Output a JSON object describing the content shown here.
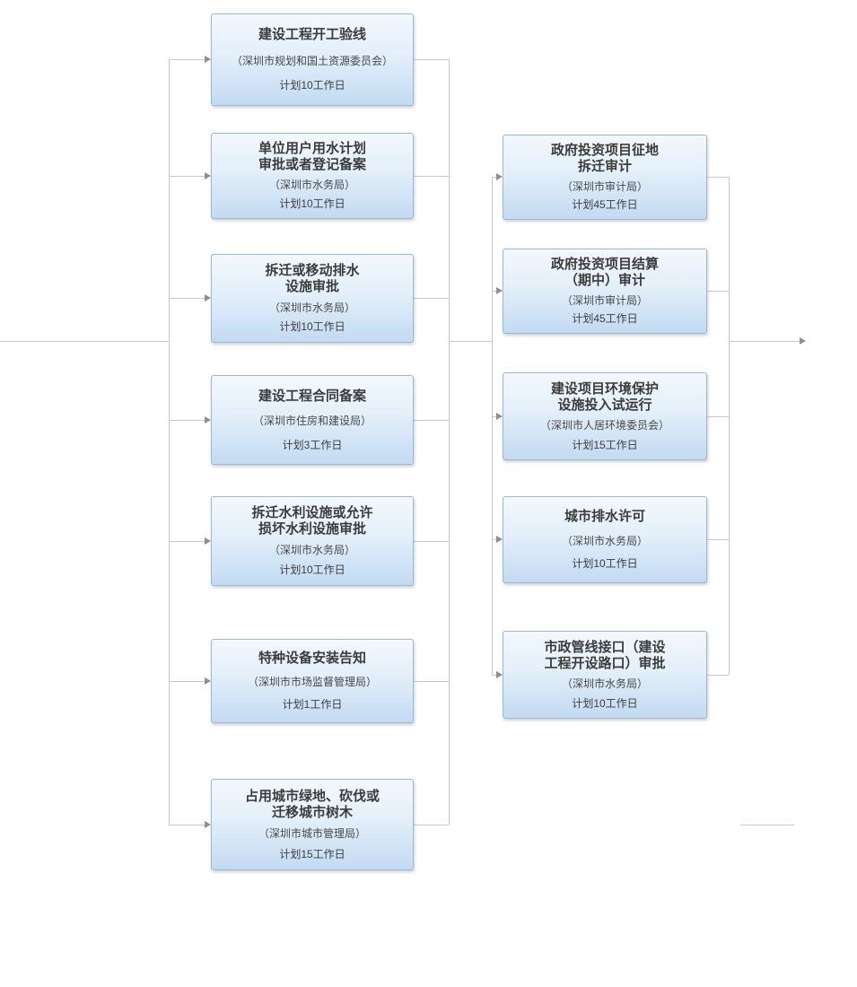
{
  "diagram": {
    "type": "flowchart",
    "colors": {
      "box_border": "#9db8d2",
      "box_gradient_top": "#f3f8fd",
      "box_gradient_bottom": "#c3daf2",
      "connector_line": "#c9c9c9",
      "arrowhead": "#8f8f8f",
      "title_text": "#3c3c3c",
      "meta_text": "#474747"
    }
  },
  "nodes": {
    "left": [
      {
        "title": "建设工程开工验线",
        "org": "（深圳市规划和国土资源委员会）",
        "plan": "计划10工作日"
      },
      {
        "title": "单位用户用水计划\n审批或者登记备案",
        "org": "（深圳市水务局）",
        "plan": "计划10工作日"
      },
      {
        "title": "拆迁或移动排水\n设施审批",
        "org": "（深圳市水务局）",
        "plan": "计划10工作日"
      },
      {
        "title": "建设工程合同备案",
        "org": "（深圳市住房和建设局）",
        "plan": "计划3工作日"
      },
      {
        "title": "拆迁水利设施或允许\n损坏水利设施审批",
        "org": "（深圳市水务局）",
        "plan": "计划10工作日"
      },
      {
        "title": "特种设备安装告知",
        "org": "（深圳市市场监督管理局）",
        "plan": "计划1工作日"
      },
      {
        "title": "占用城市绿地、砍伐或\n迁移城市树木",
        "org": "（深圳市城市管理局）",
        "plan": "计划15工作日"
      }
    ],
    "right": [
      {
        "title": "政府投资项目征地\n拆迁审计",
        "org": "（深圳市审计局）",
        "plan": "计划45工作日"
      },
      {
        "title": "政府投资项目结算\n（期中）审计",
        "org": "（深圳市审计局）",
        "plan": "计划45工作日"
      },
      {
        "title": "建设项目环境保护\n设施投入试运行",
        "org": "（深圳市人居环境委员会）",
        "plan": "计划15工作日"
      },
      {
        "title": "城市排水许可",
        "org": "（深圳市水务局）",
        "plan": "计划10工作日"
      },
      {
        "title": "市政管线接口（建设\n工程开设路口）审批",
        "org": "（深圳市水务局）",
        "plan": "计划10工作日"
      }
    ]
  }
}
